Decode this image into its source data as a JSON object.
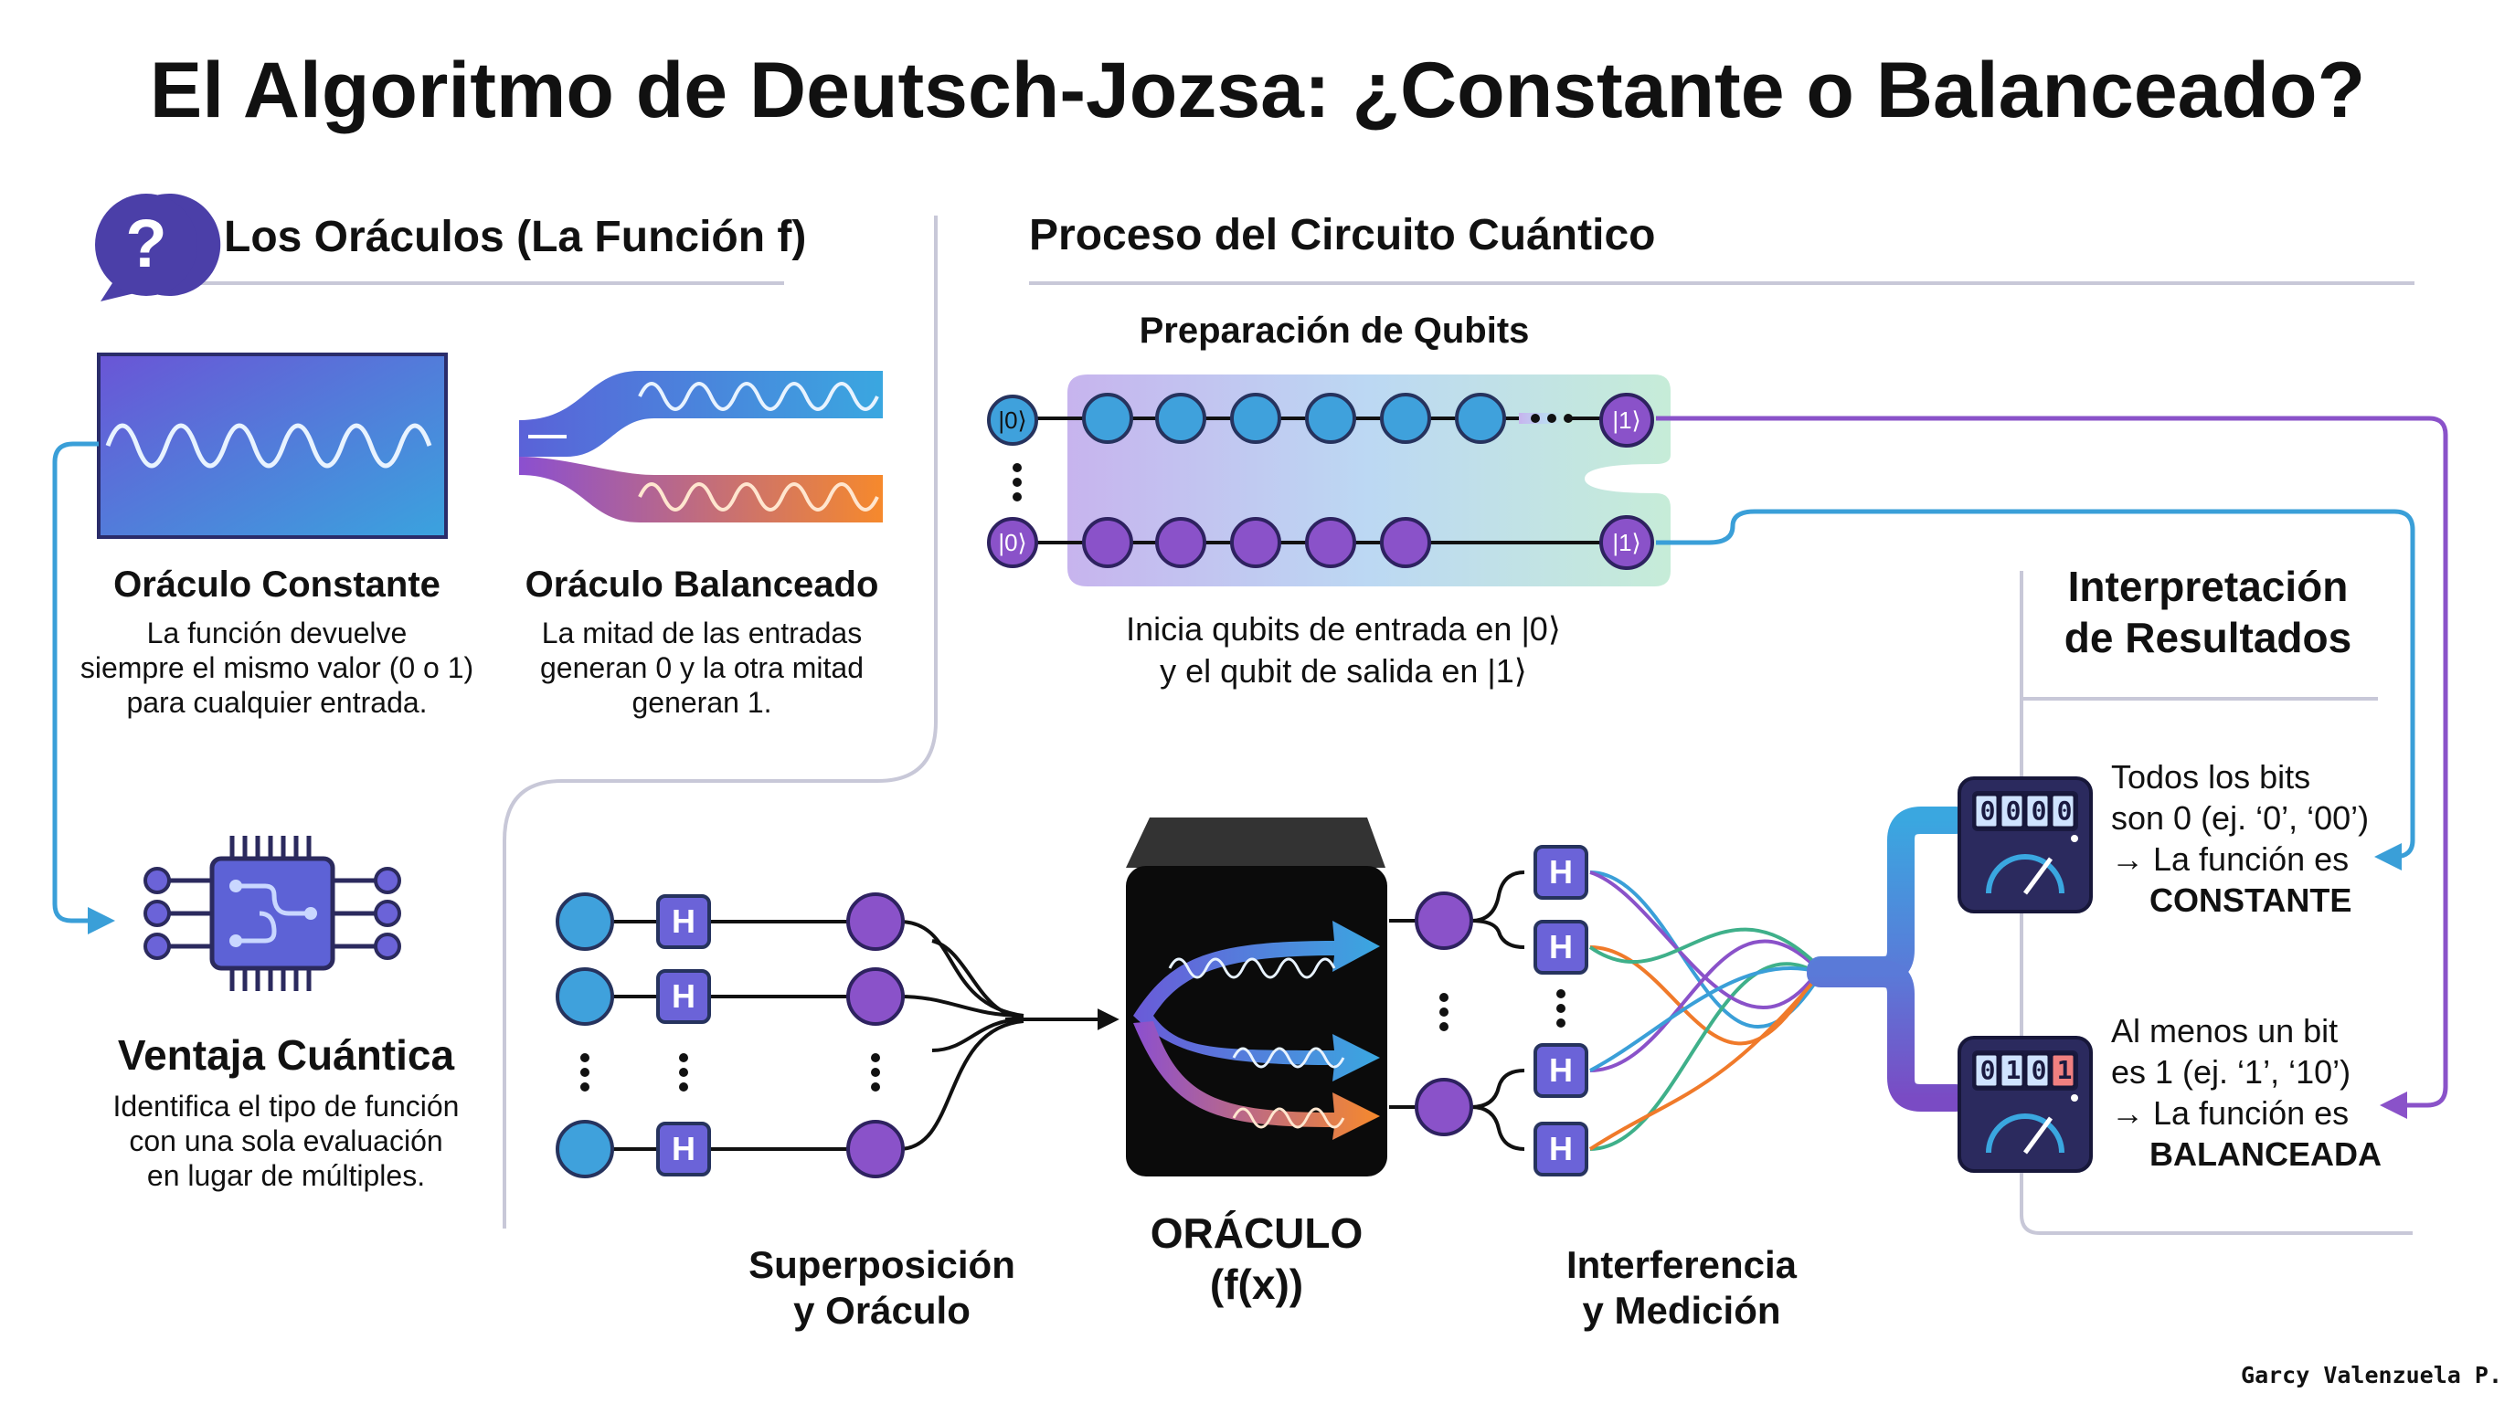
{
  "title": "El Algoritmo de Deutsch-Jozsa: ¿Constante o Balanceado?",
  "left_section": {
    "heading": "Los Oráculos (La Función f)",
    "constant": {
      "name": "Oráculo Constante",
      "description": "La función devuelve\nsiempre el mismo valor (0 o 1)\npara cualquier entrada."
    },
    "balanced": {
      "name": "Oráculo Balanceado",
      "description": "La mitad de las entradas\ngeneran 0 y la otra mitad\ngeneran 1."
    },
    "advantage": {
      "name": "Ventaja Cuántica",
      "description": "Identifica el tipo de función\ncon una sola evaluación\nen lugar de múltiples."
    }
  },
  "circuit_section": {
    "heading": "Proceso del Circuito Cuántico",
    "preparation": {
      "heading": "Preparación de Qubits",
      "input_ket": "|0⟩",
      "output_ket": "|1⟩",
      "ellipsis": "···",
      "caption": "Inicia qubits de entrada en |0⟩\ny el qubit de salida en |1⟩"
    },
    "hadamard_label": "H",
    "stages": {
      "superposition": "Superposición\ny Oráculo",
      "oracle": "ORÁCULO\n(f(x))",
      "interference": "Interferencia\ny Medición"
    }
  },
  "results": {
    "heading": "Interpretación\nde Resultados",
    "constant": {
      "line1": "Todos los bits",
      "line2": "son 0 (ej. ‘0’, ‘00’)",
      "line3": "→ La función es",
      "verdict": "CONSTANTE",
      "display_digits": [
        "0",
        "0",
        "0",
        "0"
      ]
    },
    "balanced": {
      "line1": "Al menos un bit",
      "line2": "es 1 (ej. ‘1’, ‘10’)",
      "line3": "→ La función es",
      "verdict": "BALANCEADA",
      "display_digits": [
        "0",
        "1",
        "0",
        "1"
      ]
    }
  },
  "credit": "Garcy Valenzuela P.",
  "colors": {
    "blue": "#3a9fd8",
    "purple": "#7a4bc4",
    "orange": "#f07a2a",
    "navy": "#2b2a5e",
    "line": "#c8c8d8"
  }
}
